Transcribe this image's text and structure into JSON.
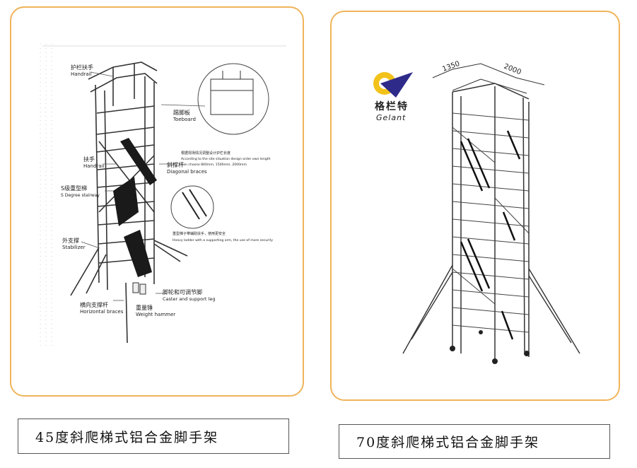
{
  "left": {
    "caption": "45度斜爬梯式铝合金脚手架",
    "labels": {
      "handrail_cn": "护栏扶手",
      "handrail_en": "Handrail",
      "toeboard_cn": "踢脚板",
      "toeboard_en": "Toeboard",
      "handrail2_cn": "扶手",
      "handrail2_en": "Handrail",
      "diagonal_cn": "斜撑杆",
      "diagonal_en": "Diagonal braces",
      "stairway_cn": "S级重型梯",
      "stairway_en": "S Degree stairway",
      "stabilizer_cn": "外支撑",
      "stabilizer_en": "Stabilizer",
      "horizontal_cn": "横向支撑杆",
      "horizontal_en": "Horizontal braces",
      "weight_cn": "重量锤",
      "weight_en": "Weight hammer",
      "caster_cn": "脚轮和可调节脚",
      "caster_en": "Caster and support leg",
      "note1_cn": "根据现场情况调整设计护栏长度",
      "note1_en": "According to the site situation design order own length",
      "note1_sizes": "Can choose 800mm, 1500mm, 2000mm",
      "note2_cn": "重型梯子带辅助扶手，使用更安全",
      "note2_en": "Heavy ladder with a supporting arm, the use of more security"
    }
  },
  "right": {
    "caption": "70度斜爬梯式铝合金脚手架",
    "logo_cn": "格栏特",
    "logo_en": "Gelant",
    "dim1": "1350",
    "dim2": "2000"
  }
}
